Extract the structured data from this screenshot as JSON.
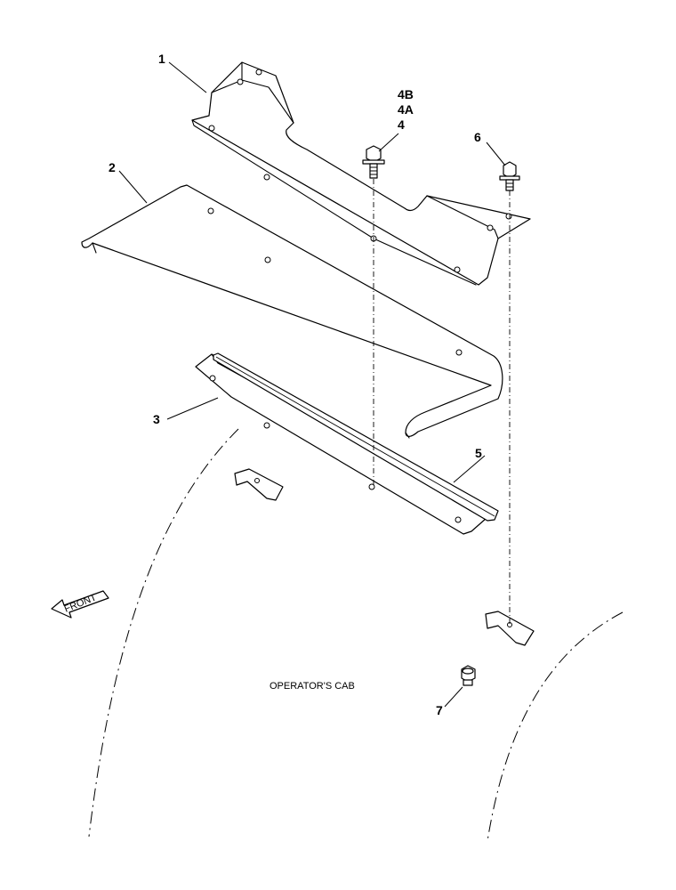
{
  "callouts": {
    "c1": "1",
    "c2": "2",
    "c3": "3",
    "c4": "4",
    "c4a": "4A",
    "c4b": "4B",
    "c5": "5",
    "c6": "6",
    "c7": "7"
  },
  "labels": {
    "cab": "OPERATOR'S CAB",
    "front": "FRONT"
  }
}
